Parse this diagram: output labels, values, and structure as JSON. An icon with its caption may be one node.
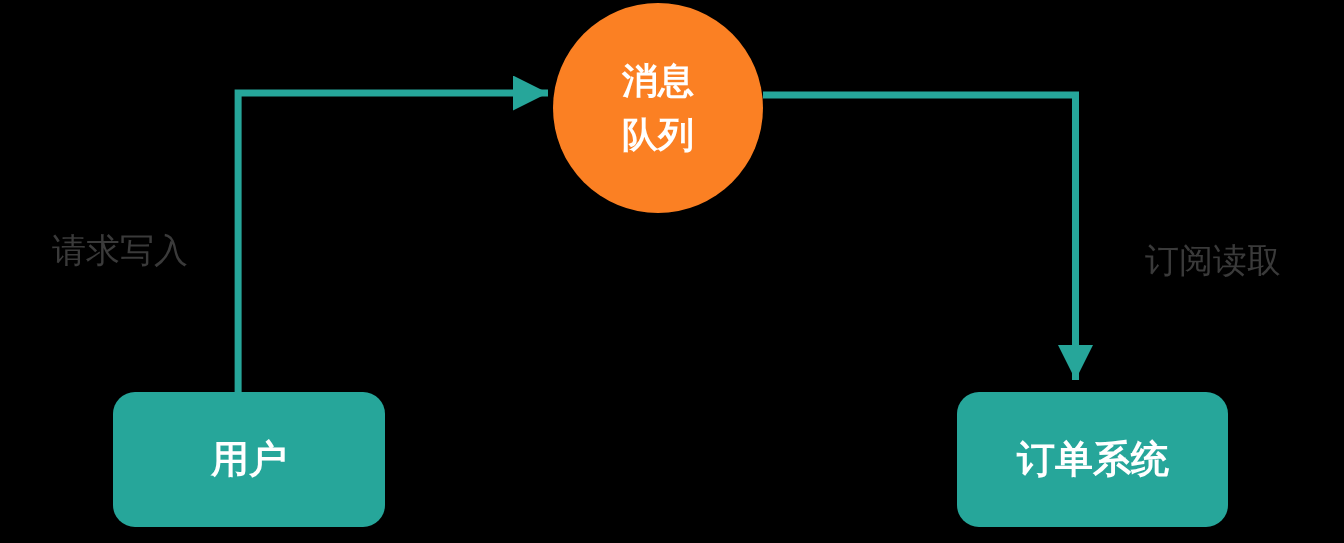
{
  "diagram": {
    "nodes": [
      {
        "text": [
          "用户"
        ]
      },
      {
        "text": [
          "消息队列"
        ]
      },
      {
        "text": [
          "订单系统"
        ]
      }
    ],
    "edges": [
      {
        "from": 0,
        "to": 1,
        "arrow": "to",
        "label": "请求写入"
      },
      {
        "from": 1,
        "to": 2,
        "arrow": "to",
        "label": "订阅读取"
      }
    ]
  }
}
